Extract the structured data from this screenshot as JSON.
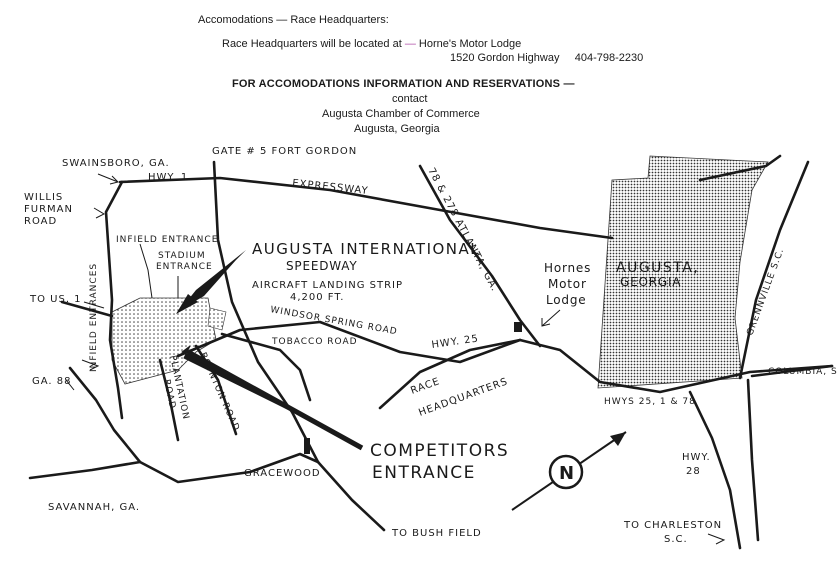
{
  "header": {
    "title": "Accomodations — Race Headquarters:",
    "hq_prefix": "Race Headquarters will be located at",
    "hq_name": "Horne's Motor Lodge",
    "hq_address": "1520 Gordon Highway",
    "hq_phone": "404-798-2230",
    "info_heading": "FOR ACCOMODATIONS INFORMATION AND RESERVATIONS —",
    "contact": "contact",
    "org": "Augusta Chamber of Commerce",
    "city": "Augusta, Georgia"
  },
  "map": {
    "gate5": "GATE # 5 FORT GORDON",
    "swainsboro": "SWAINSBORO, GA.",
    "hwy1": "HWY. 1",
    "expressway": "EXPRESSWAY",
    "willis_1": "WILLIS",
    "willis_2": "FURMAN",
    "willis_3": "ROAD",
    "infield_entrance": "INFIELD ENTRANCE",
    "stadium_1": "STADIUM",
    "stadium_2": "ENTRANCE",
    "speedway_1": "AUGUSTA INTERNATIONAL",
    "speedway_2": "SPEEDWAY",
    "strip_1": "AIRCRAFT LANDING STRIP",
    "strip_2": "4,200 FT.",
    "infield_entrances": "INFIELD ENTRANCES",
    "to_us1": "TO US. 1",
    "windsor": "WINDSOR SPRING ROAD",
    "tobacco": "TOBACCO ROAD",
    "hwy25": "HWY. 25",
    "atlanta": "78 & 278 ATLANTA, GA.",
    "hornes_1": "Hornes",
    "hornes_2": "Motor",
    "hornes_3": "Lodge",
    "augusta_1": "AUGUSTA,",
    "augusta_2": "GEORGIA",
    "grennville": "GRENNVILLE S.C.",
    "columbia": "COLUMBIA, S",
    "hwys": "HWYS 25, 1 & 78",
    "race_1": "RACE",
    "race_2": "HEADQUARTERS",
    "ga88": "GA. 88",
    "plantation_1": "PLANTATION",
    "plantation_2": "ROAD",
    "boynton": "BOYNTON ROAD",
    "competitors_1": "COMPETITORS",
    "competitors_2": "ENTRANCE",
    "gracewood": "GRACEWOOD",
    "hwy28_1": "HWY.",
    "hwy28_2": "28",
    "north": "N",
    "savannah": "SAVANNAH, GA.",
    "bush": "TO BUSH FIELD",
    "charleston_1": "TO CHARLESTON",
    "charleston_2": "S.C."
  }
}
